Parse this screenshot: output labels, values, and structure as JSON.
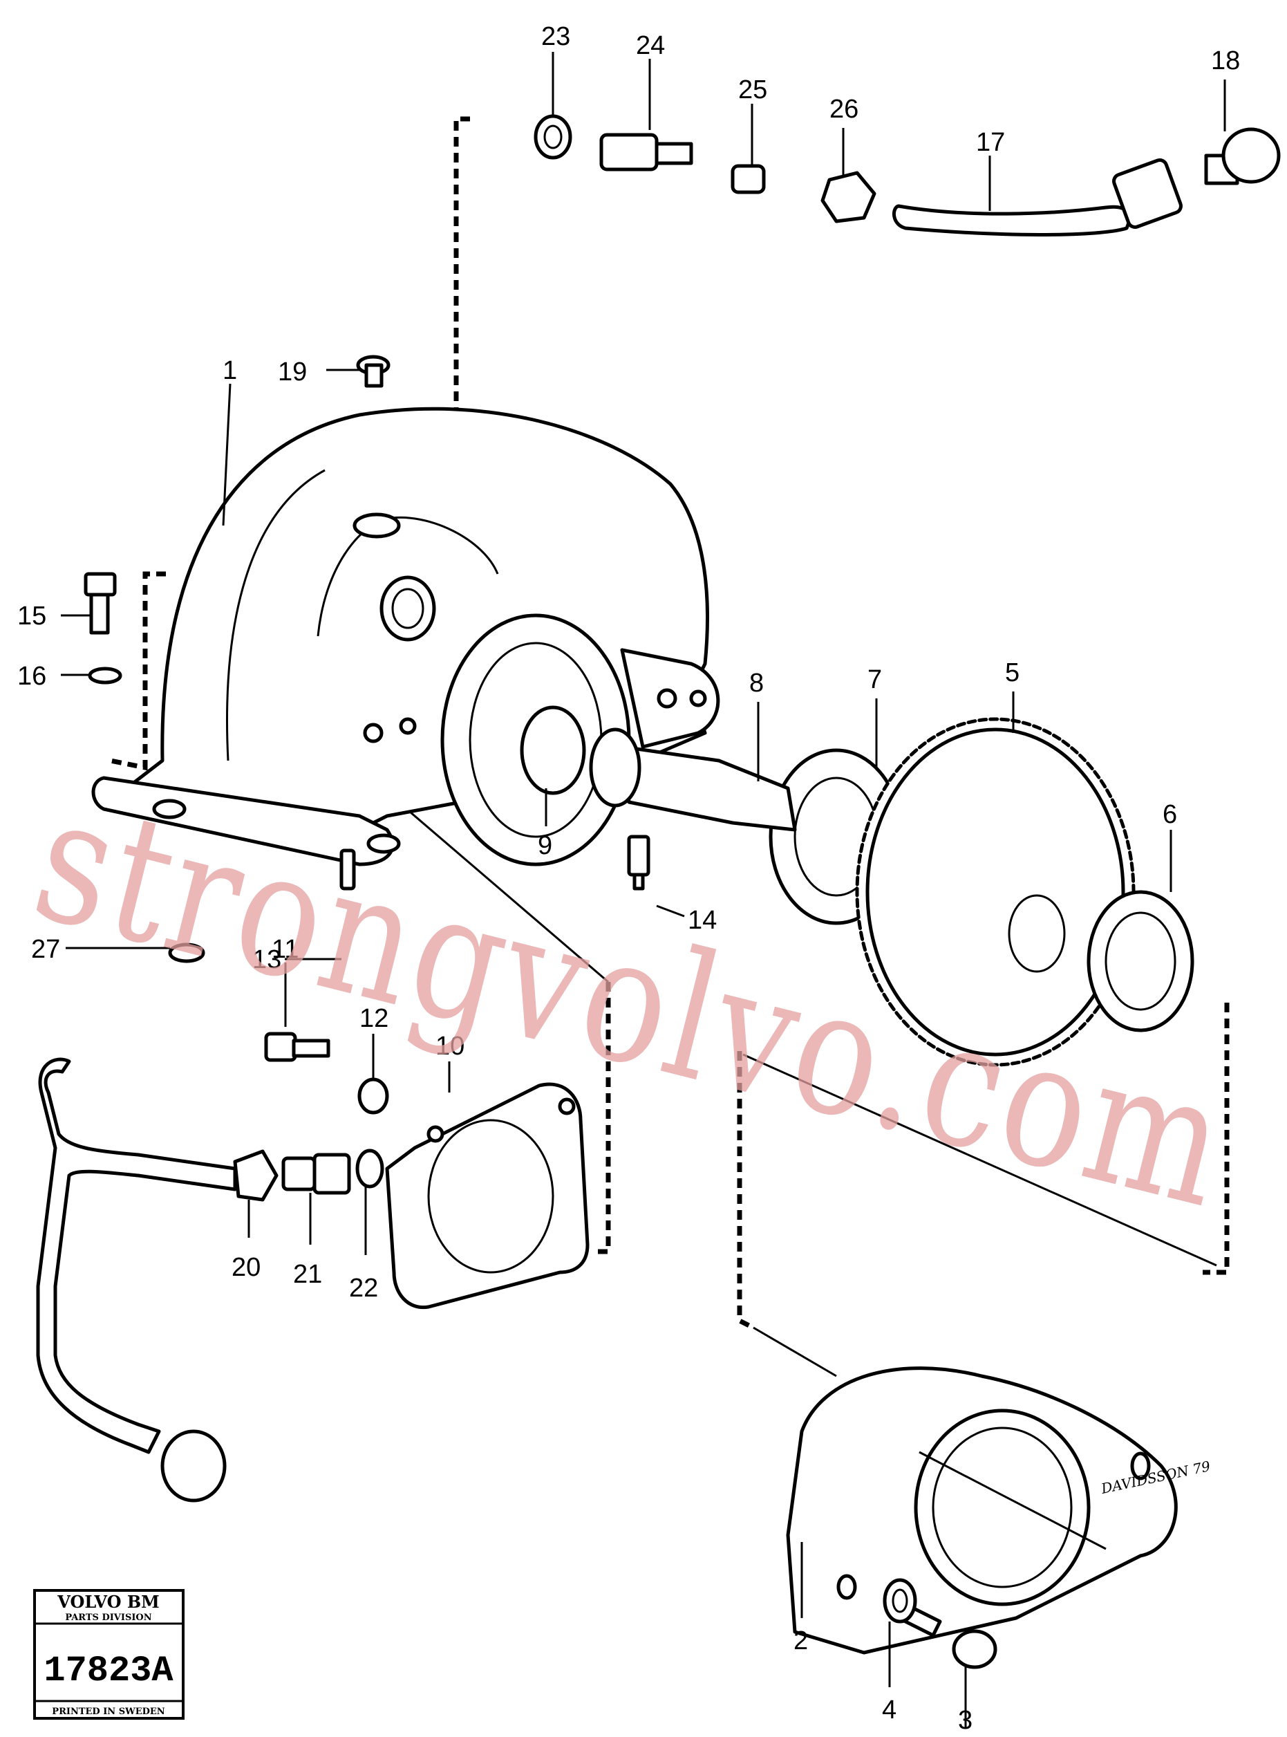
{
  "callouts": [
    {
      "id": "1",
      "label": "1"
    },
    {
      "id": "2",
      "label": "2"
    },
    {
      "id": "3",
      "label": "3"
    },
    {
      "id": "4",
      "label": "4"
    },
    {
      "id": "5",
      "label": "5"
    },
    {
      "id": "6",
      "label": "6"
    },
    {
      "id": "7",
      "label": "7"
    },
    {
      "id": "8",
      "label": "8"
    },
    {
      "id": "9",
      "label": "9"
    },
    {
      "id": "10",
      "label": "10"
    },
    {
      "id": "11",
      "label": "11"
    },
    {
      "id": "12",
      "label": "12"
    },
    {
      "id": "13",
      "label": "13"
    },
    {
      "id": "14",
      "label": "14"
    },
    {
      "id": "15",
      "label": "15"
    },
    {
      "id": "16",
      "label": "16"
    },
    {
      "id": "17",
      "label": "17"
    },
    {
      "id": "18",
      "label": "18"
    },
    {
      "id": "19",
      "label": "19"
    },
    {
      "id": "20",
      "label": "20"
    },
    {
      "id": "21",
      "label": "21"
    },
    {
      "id": "22",
      "label": "22"
    },
    {
      "id": "23",
      "label": "23"
    },
    {
      "id": "24",
      "label": "24"
    },
    {
      "id": "25",
      "label": "25"
    },
    {
      "id": "26",
      "label": "26"
    },
    {
      "id": "27",
      "label": "27"
    }
  ],
  "watermark": "strongvolvo.com",
  "signature": "DAVIDSSON 79",
  "title_block": {
    "brand": "VOLVO BM",
    "division": "PARTS DIVISION",
    "drawing_number": "17823A",
    "printed": "PRINTED IN SWEDEN"
  }
}
